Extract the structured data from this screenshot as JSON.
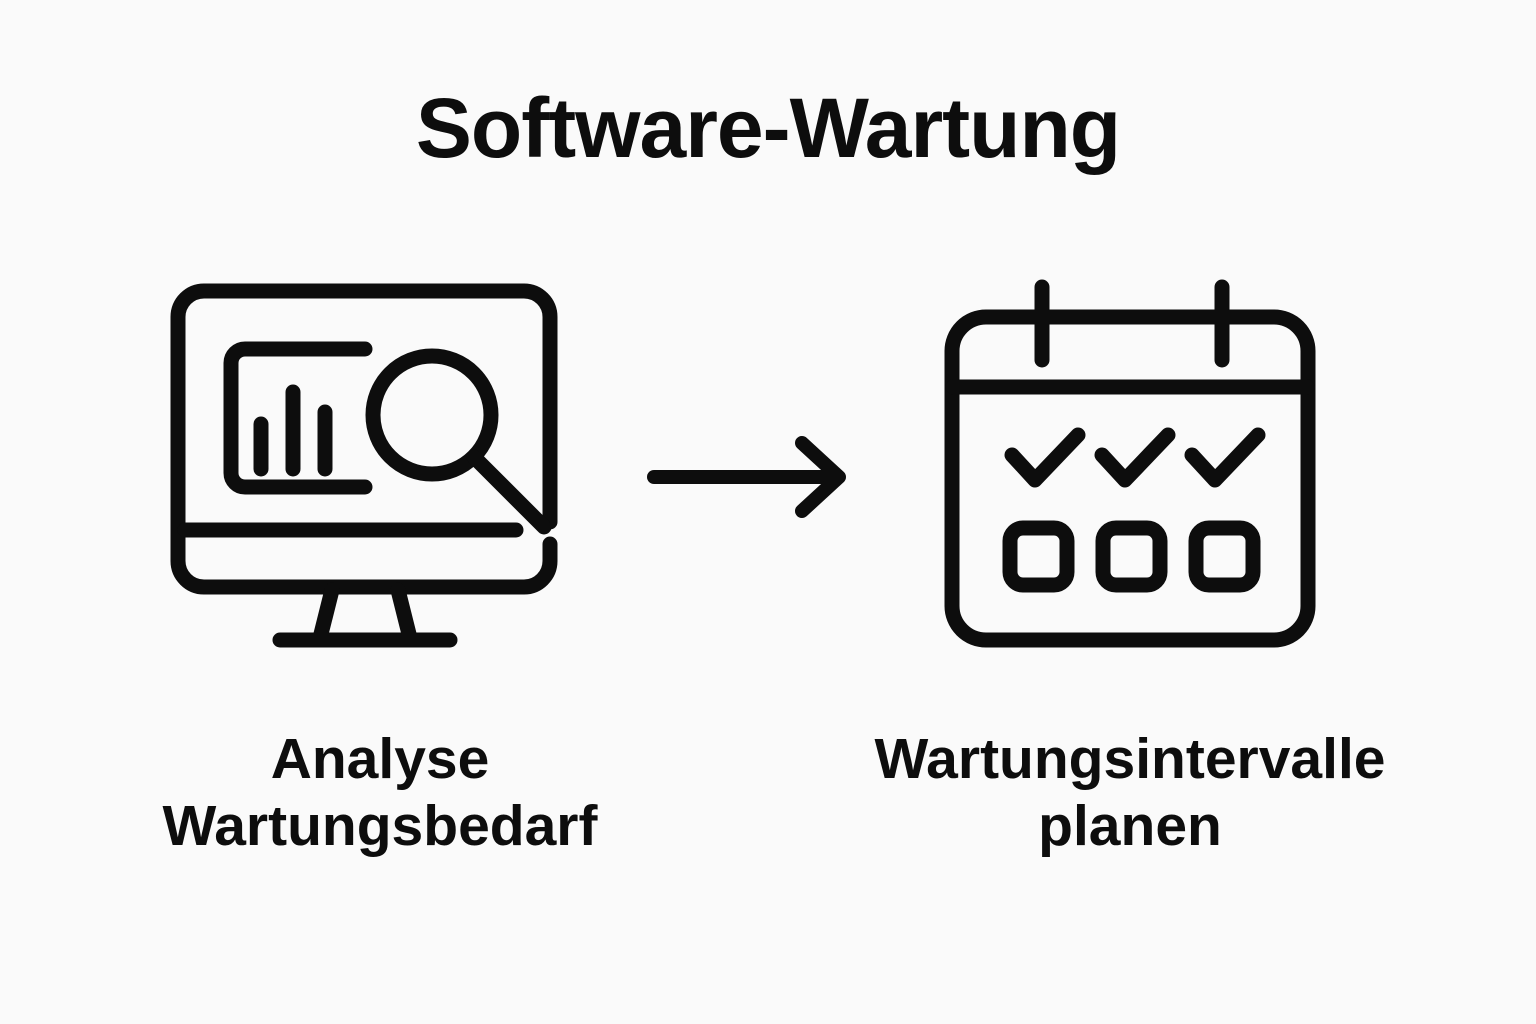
{
  "page": {
    "title": "Software-Wartung",
    "background_color": "#fafafa",
    "ink_color": "#0d0d0d"
  },
  "flow": {
    "direction": "left-to-right",
    "connector": "arrow-right",
    "steps": [
      {
        "id": "step-1",
        "icon": "monitor-analytics-magnifier-icon",
        "label": "Analyse\nWartungsbedarf",
        "label_line_1": "Analyse",
        "label_line_2": "Wartungsbedarf"
      },
      {
        "id": "step-2",
        "icon": "calendar-checklist-icon",
        "label": "Wartungsintervalle\nplanen",
        "label_line_1": "Wartungsintervalle",
        "label_line_2": "planen"
      }
    ]
  }
}
